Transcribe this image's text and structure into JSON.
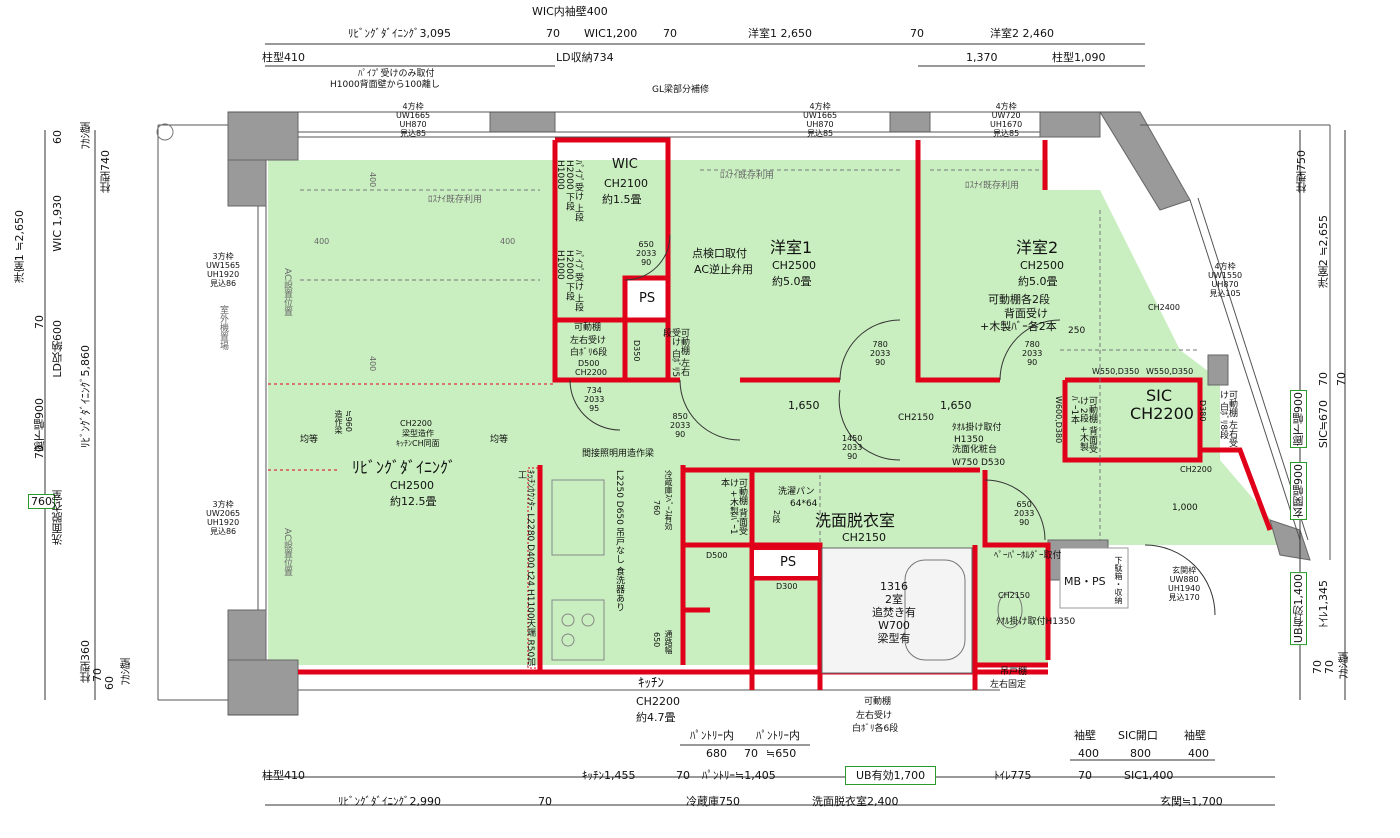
{
  "colors": {
    "room_fill": "#c9efc0",
    "wall": "#e0001a",
    "struct": "#9a9a9a",
    "box_border": "#2a9a2a"
  },
  "top": {
    "wic_wall": "WIC内袖壁400",
    "ld_3095": "ﾘﾋﾞﾝｸﾞﾀﾞｲﾆﾝｸﾞ3,095",
    "n70a": "70",
    "wic_1200": "WIC1,200",
    "n70b": "70",
    "yo1_2650": "洋室1 2,650",
    "n70c": "70",
    "yo2_2460": "洋室2 2,460",
    "col410": "柱型410",
    "ld_storage": "LD収納734",
    "d1370": "1,370",
    "col1090": "柱型1,090",
    "pipe_note1": "ﾊﾟｲﾌﾟ受けのみ取付",
    "pipe_note2": "H1000背面壁から100離し",
    "gl_beam": "GL梁部分補修"
  },
  "left": {
    "yo1_2650": "洋室1 ≒2,650",
    "wic_1930": "WIC 1,930",
    "n60": "60",
    "fukashi": "ﾌｶｼ壁",
    "col740": "柱型740",
    "ld_storage600": "LD収納600",
    "n70": "70",
    "ld_5860": "ﾘﾋﾞﾝｸﾞﾀﾞｲﾆﾝｸﾞ5,860",
    "corridor900": "廊下幅900",
    "n70b": "70",
    "n760": "760",
    "senmen": "洗面脱衣室",
    "col360": "柱型360",
    "n70c": "70",
    "n60b": "60",
    "fukashi2": "ﾌｶｼ壁"
  },
  "right": {
    "col750": "柱型750",
    "yo2_2655": "洋室2 ≒2,655",
    "n70a": "70",
    "n70b": "70",
    "sic670": "SIC≒670",
    "corr900": "廊下幅900",
    "genkan900": "玄関幅900",
    "ub1400": "UB有効1,400",
    "toilet1345": "ﾄｲﾚ1,345",
    "n70c": "70",
    "n70d": "70",
    "fukashi": "ﾌｶｼ壁"
  },
  "bottom": {
    "pantry_in1": "ﾊﾟﾝﾄﾘｰ内",
    "pantry_in2": "ﾊﾟﾝﾄﾘｰ内",
    "d680": "680",
    "n70": "70",
    "d650": "≒650",
    "sode1": "袖壁",
    "sic_open": "SIC開口",
    "sode2": "袖壁",
    "d400a": "400",
    "d800": "800",
    "d400b": "400",
    "col410": "柱型410",
    "kitchen1455": "ｷｯﾁﾝ1,455",
    "n70b": "70",
    "pantry1405": "ﾊﾟﾝﾄﾘｰ≒1,405",
    "ub1700": "UB有効1,700",
    "toilet775": "ﾄｲﾚ775",
    "n70c": "70",
    "sic1400": "SIC1,400",
    "ld2990": "ﾘﾋﾞﾝｸﾞﾀﾞｲﾆﾝｸﾞ2,990",
    "n70d": "70",
    "fridge750": "冷蔵庫750",
    "senmen2400": "洗面脱衣室2,400",
    "genkan1700": "玄関≒1,700"
  },
  "rooms": {
    "wic_name": "WIC",
    "wic_ch": "CH2100",
    "wic_size": "約1.5畳",
    "yo1_name": "洋室1",
    "yo1_ch": "CH2500",
    "yo1_size": "約5.0畳",
    "yo2_name": "洋室2",
    "yo2_ch": "CH2500",
    "yo2_size": "約5.0畳",
    "ld_name": "ﾘﾋﾞﾝｸﾞﾀﾞｲﾆﾝｸﾞ",
    "ld_ch": "CH2500",
    "ld_size": "約12.5畳",
    "sic_name": "SIC",
    "sic_ch": "CH2200",
    "senmen_name": "洗面脱衣室",
    "senmen_ch": "CH2150",
    "kitchen_name": "ｷｯﾁﾝ",
    "kitchen_ch": "CH2200",
    "kitchen_size": "約4.7畳",
    "ps1": "PS",
    "ps2": "PS",
    "mbps": "MB・PS",
    "ub": [
      "1316",
      "2室",
      "追焚き有",
      "W700",
      "梁型有"
    ]
  },
  "notes": {
    "rosui1": "ﾛｽﾅｲ既存利用",
    "rosui2": "ﾛｽﾅｲ既存利用",
    "rosui3": "ﾛｽﾅｲ既存利用",
    "pipe_v1": "ﾊﾟｲﾌﾟ受け 上段H2000 下段H1000",
    "pipe_v2": "ﾊﾟｲﾌﾟ受け 上段H2000 下段H1000",
    "inspect": "点検口取付",
    "ac_valve": "AC逆止弁用",
    "kadou_a1": "可動棚",
    "kadou_a2": "左右受け",
    "kadou_a3": "白ﾎﾞﾘ6段",
    "d500": "D500",
    "ch2200a": "CH2200",
    "d350": "D350",
    "kadou_b": "可動棚 左右受け 白ﾎﾞﾘ5段",
    "kadou_2": "可動棚各2段",
    "back_recv": "背面受け",
    "wood_bar": "+木製ﾊﾞｰ各2本",
    "n250": "250",
    "ch2400": "CH2400",
    "w550a": "W550,D350",
    "w550b": "W550,D350",
    "d1650a": "1,650",
    "d1650b": "1,650",
    "ch2150": "CH2150",
    "towel1": "ﾀｵﾙ掛け取付",
    "h1350": "H1350",
    "vanity1": "洗面化粧台",
    "vanity2": "W750 D530",
    "indirect": "間接照明用造作梁",
    "ld_ch2200": "CH2200",
    "beam_make": "梁型造作",
    "kitchen_same": "ｷｯﾁﾝCH同面",
    "n960": "≒960",
    "zousaku_beam": "造作梁",
    "n400_h": "400",
    "counter": "ｷｯﾁﾝｶｳﾝﾀｰ L2280 D400 t24 H1100天端 R50加工",
    "hanging": "L2250 D650 吊戸なし 食洗器あり",
    "fridge_space": "冷蔵庫ｽﾍﾟｰｽ有効",
    "n760": "760",
    "n650": "650",
    "tsuuro": "通路幅",
    "d500b": "D500",
    "d300": "D300",
    "kadou_c": "可動棚 背面受け +木製ﾊﾞｰ1本",
    "two_stage": "2段",
    "washer1": "洗濯パン",
    "washer2": "64*64",
    "paper": "ﾍﾟｰﾊﾟｰﾎﾙﾀﾞｰ取付",
    "ch2150b": "CH2150",
    "towel2": "ﾀｵﾙ掛け取付H1350",
    "hanging2a": "吊戸棚",
    "hanging2b": "左右固定",
    "kadou_d1": "可動棚",
    "kadou_d2": "左右受け",
    "kadou_d3": "白ﾎﾞﾘ各6段",
    "sic_shelf": "可動棚 背面受け 2段 +木製ﾊﾞｰ1本",
    "sic_shelf2": "可動棚 左右受け 白ﾎﾞﾘ8段",
    "w600": "W600,D380",
    "d380": "D380",
    "ch2200b": "CH2200",
    "d1000": "1,000",
    "genkan_frame": [
      "玄関枠",
      "UW880",
      "UH1940",
      "見込170"
    ],
    "shoebox": "下駄箱・収納",
    "door1": [
      "650",
      "2033",
      "90"
    ],
    "door2": [
      "780",
      "2033",
      "90"
    ],
    "door3": [
      "780",
      "2033",
      "90"
    ],
    "door4": [
      "734",
      "2033",
      "95"
    ],
    "door5": [
      "850",
      "2033",
      "90"
    ],
    "door6": [
      "1450",
      "2033",
      "90"
    ],
    "door7": [
      "650",
      "2033",
      "90"
    ],
    "outdoor": "室外機置場",
    "ac1": "AC設置位置",
    "ac2": "AC設置位置",
    "kintou1": "均等",
    "kintou2": "均等",
    "n400a": "400",
    "n400b": "400",
    "n400c": "400",
    "n400d": "400"
  },
  "windows": {
    "w1": [
      "4方枠",
      "UW1665",
      "UH870",
      "見込85"
    ],
    "w2": [
      "4方枠",
      "UW1665",
      "UH870",
      "見込85"
    ],
    "w3": [
      "4方枠",
      "UW720",
      "UH1670",
      "見込85"
    ],
    "w4": [
      "3方枠",
      "UW1565",
      "UH1920",
      "見込86"
    ],
    "w5": [
      "3方枠",
      "UW2065",
      "UH1920",
      "見込86"
    ],
    "w6": [
      "4方枠",
      "UW1550",
      "UH870",
      "見込105"
    ]
  }
}
